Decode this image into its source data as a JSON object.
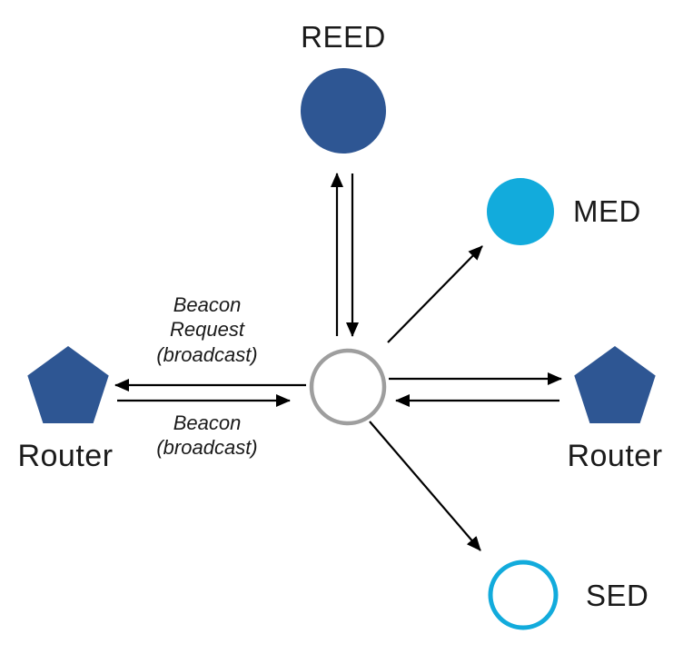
{
  "nodes": {
    "reed": {
      "label": "REED"
    },
    "med": {
      "label": "MED"
    },
    "sed": {
      "label": "SED"
    },
    "router_left": {
      "label": "Router"
    },
    "router_right": {
      "label": "Router"
    }
  },
  "annotations": {
    "beacon_request": "Beacon\nRequest\n(broadcast)",
    "beacon": "Beacon\n(broadcast)"
  },
  "colors": {
    "dark_blue": "#2E5693",
    "cyan": "#12ABDC",
    "gray": "#9E9E9E",
    "arrow": "#000000",
    "node_fill_white": "#FFFFFF"
  }
}
